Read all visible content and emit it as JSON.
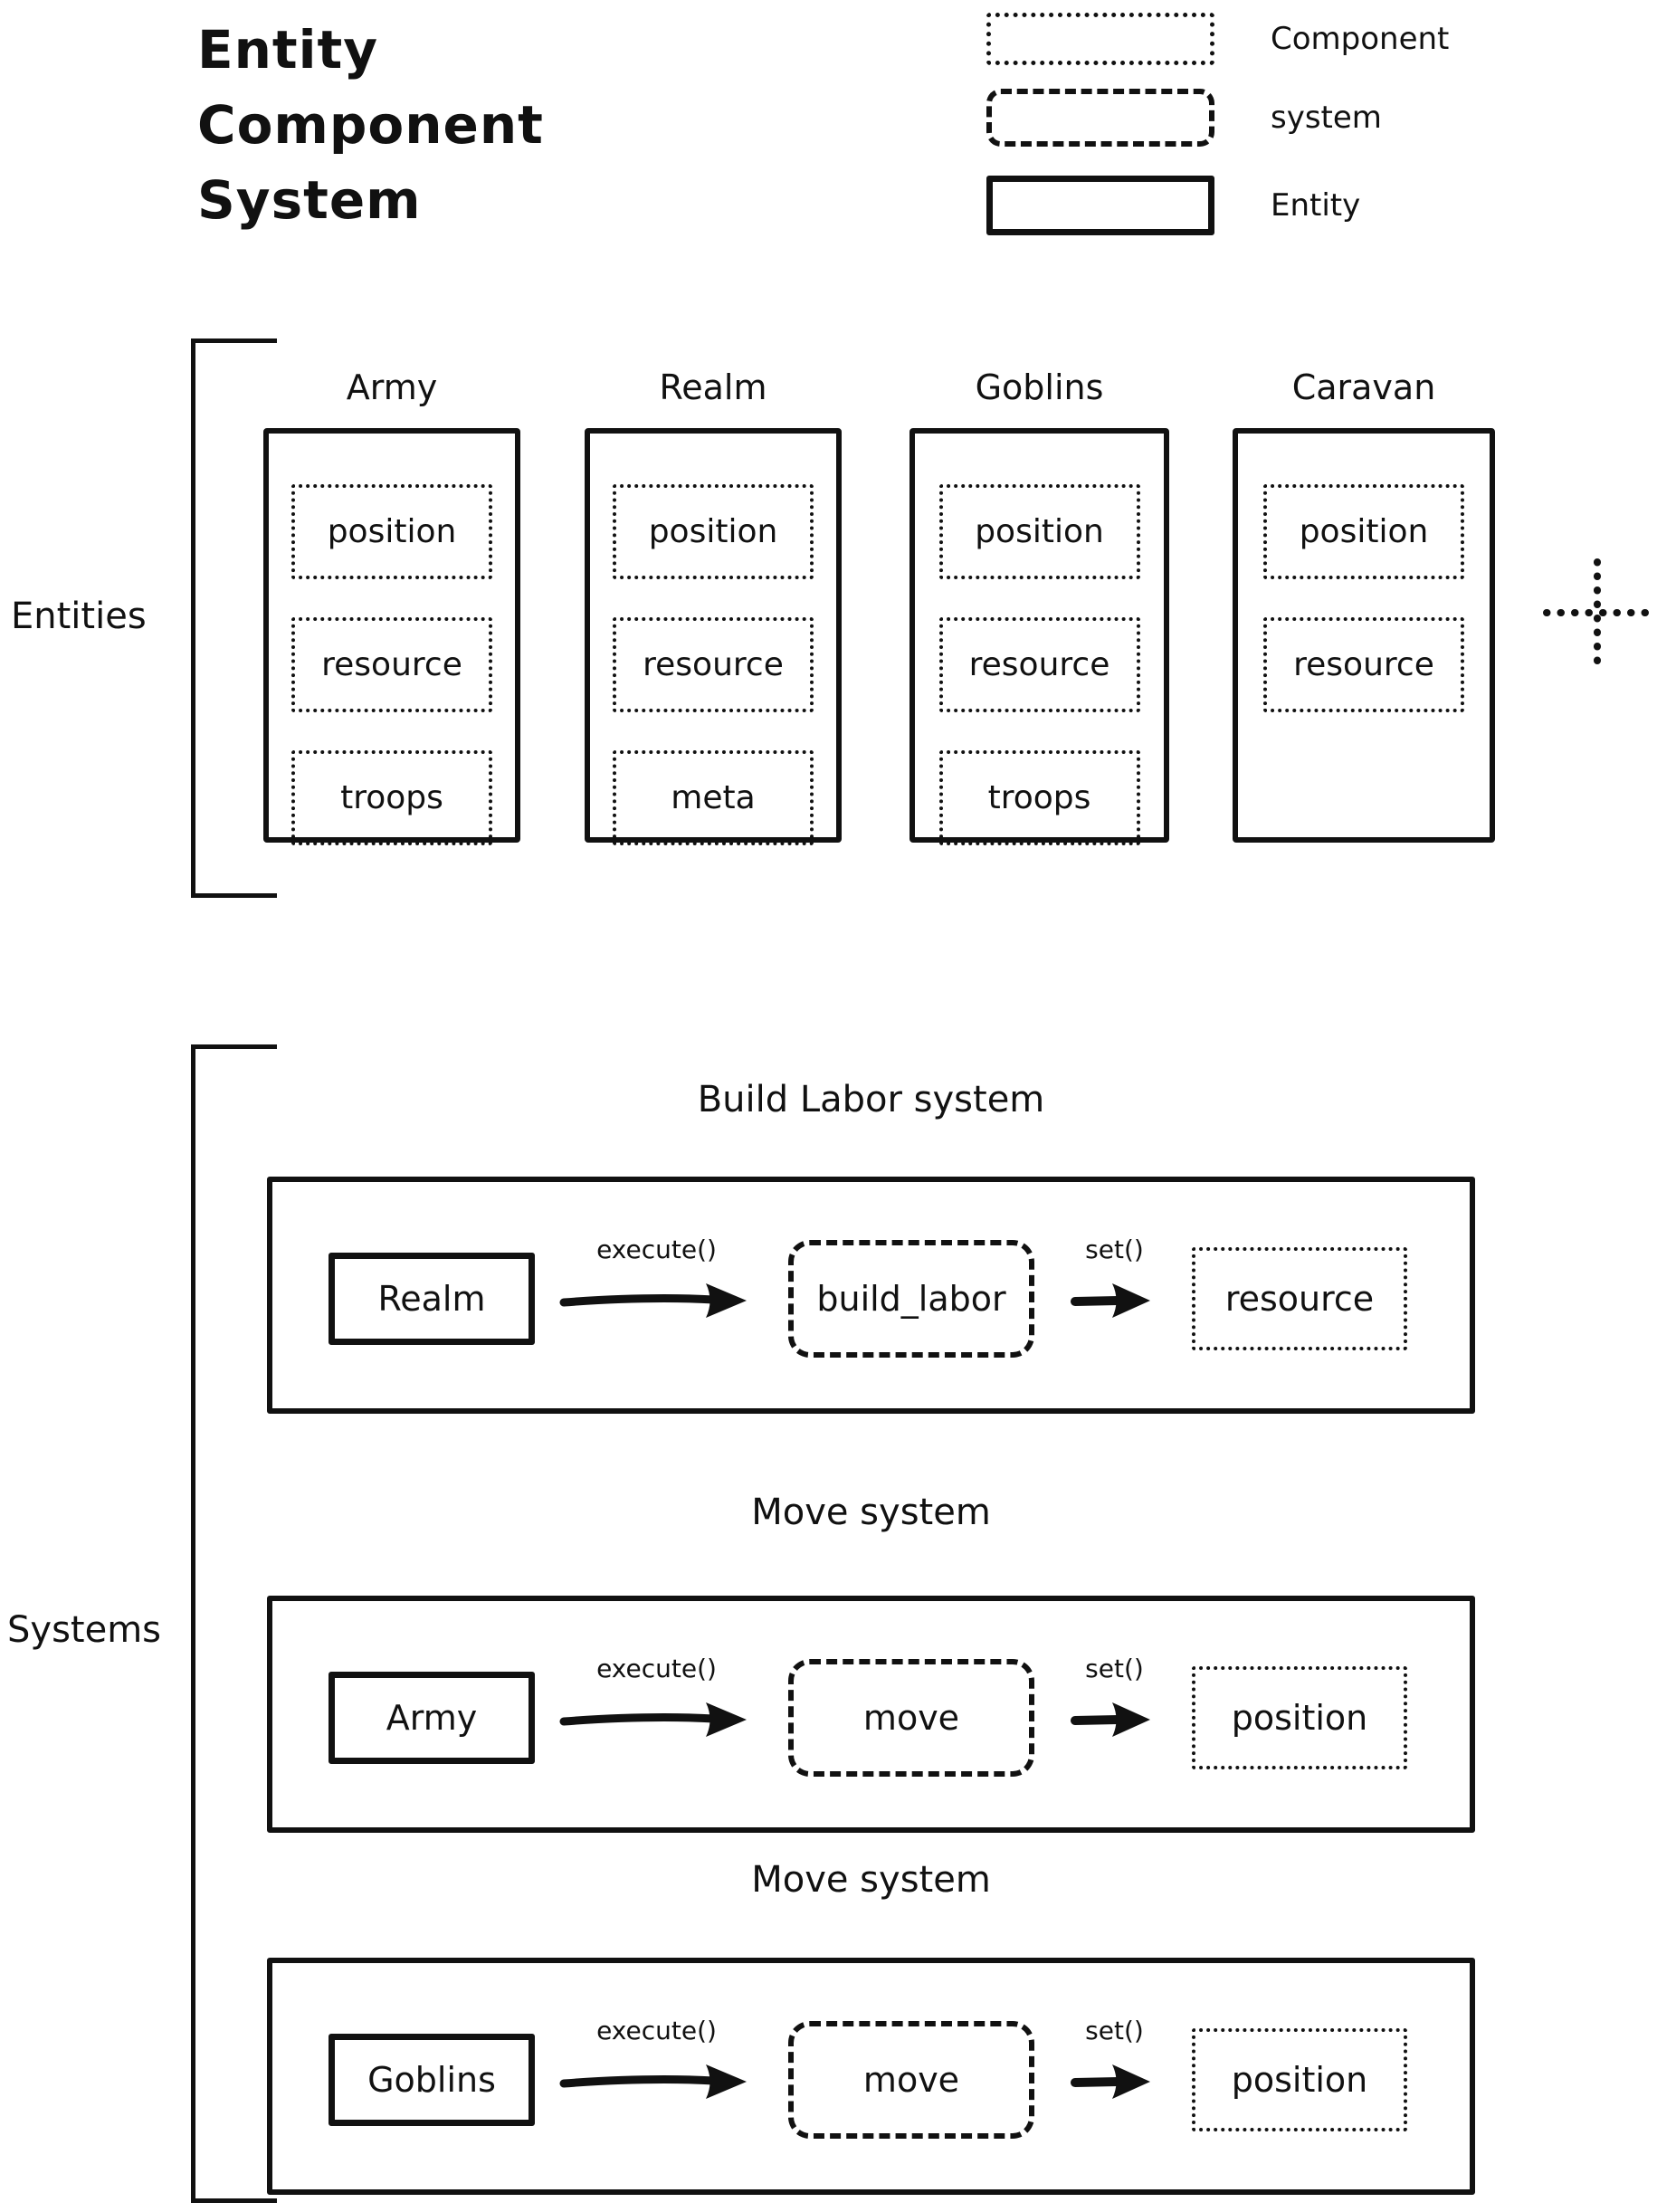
{
  "title": {
    "lines": [
      "Entity",
      "Component",
      "System"
    ]
  },
  "legend": {
    "items": [
      {
        "label": "Component",
        "style": "dotted"
      },
      {
        "label": "system",
        "style": "dashed"
      },
      {
        "label": "Entity",
        "style": "solid"
      }
    ]
  },
  "entities_section": {
    "label": "Entities",
    "cards": [
      {
        "title": "Army",
        "components": [
          "position",
          "resource",
          "troops"
        ]
      },
      {
        "title": "Realm",
        "components": [
          "position",
          "resource",
          "meta"
        ]
      },
      {
        "title": "Goblins",
        "components": [
          "position",
          "resource",
          "troops"
        ]
      },
      {
        "title": "Caravan",
        "components": [
          "position",
          "resource"
        ]
      }
    ],
    "more_indicator_icon": "plus-icon"
  },
  "systems_section": {
    "label": "Systems",
    "systems": [
      {
        "title": "Build Labor system",
        "entity": "Realm",
        "call_label": "execute()",
        "system_fn": "build_labor",
        "set_label": "set()",
        "component": "resource"
      },
      {
        "title": "Move system",
        "entity": "Army",
        "call_label": "execute()",
        "system_fn": "move",
        "set_label": "set()",
        "component": "position"
      },
      {
        "title": "Move system",
        "entity": "Goblins",
        "call_label": "execute()",
        "system_fn": "move",
        "set_label": "set()",
        "component": "position"
      }
    ]
  },
  "colors": {
    "ink": "#111111",
    "background": "#ffffff"
  }
}
